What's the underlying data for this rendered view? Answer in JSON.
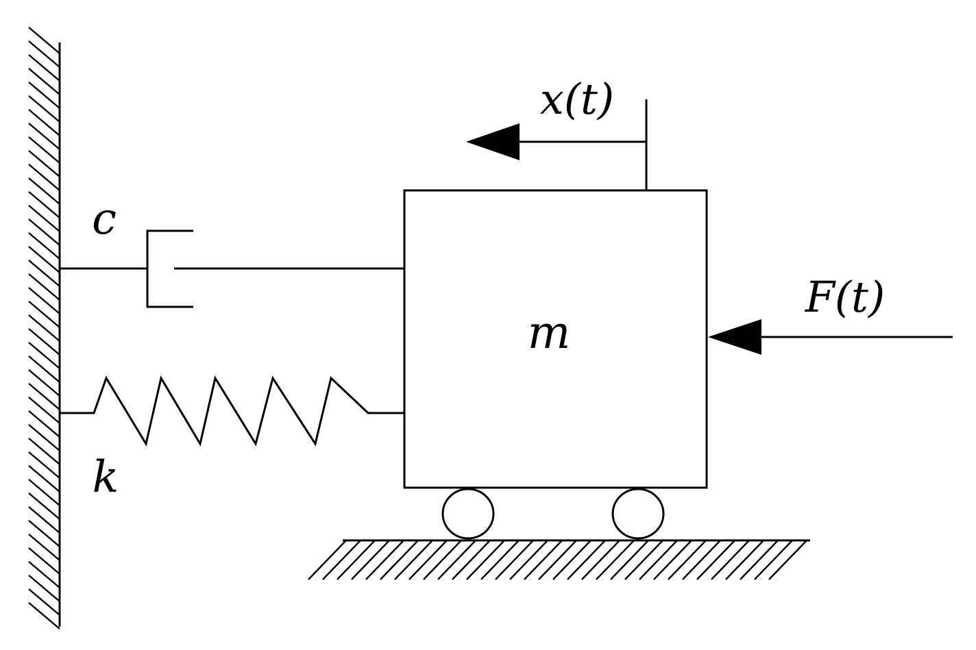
{
  "labels": {
    "damping": "c",
    "stiffness": "k",
    "mass": "m",
    "displacement": "x(t)",
    "force": "F(t)"
  },
  "colors": {
    "line": "#000000",
    "background": "#ffffff"
  }
}
